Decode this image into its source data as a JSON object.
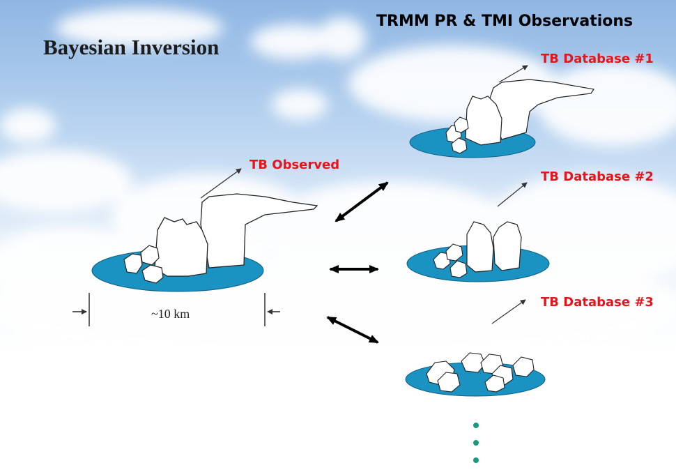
{
  "title": "Bayesian Inversion",
  "header": "TRMM PR & TMI Observations",
  "observed_label": "TB Observed",
  "databases": [
    "TB Database #1",
    "TB Database #2",
    "TB Database #3"
  ],
  "scale_label": "~10 km",
  "colors": {
    "sky": "#a9c9ea",
    "ellipse": "#1a92c2",
    "label_red": "#e8141b",
    "dots": "#1a9a82"
  }
}
